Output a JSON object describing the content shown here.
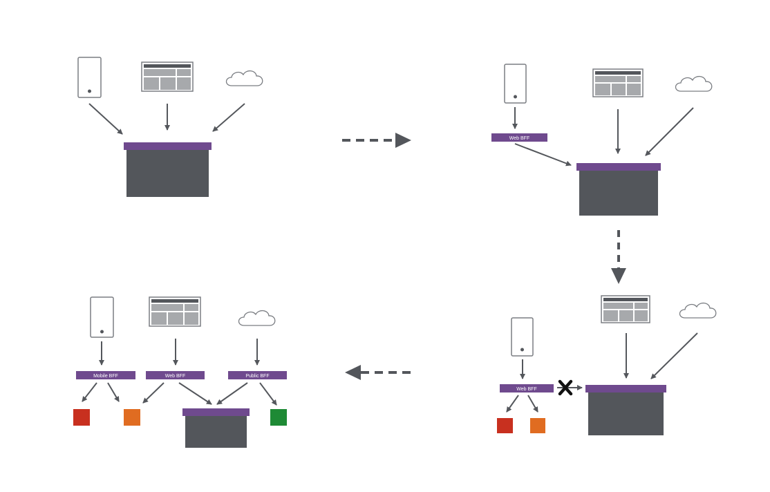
{
  "colors": {
    "purple": "#6f4a8e",
    "server": "#53565b",
    "arrow": "#54575c",
    "red": "#c8301f",
    "orange": "#e06c21",
    "green": "#1e8a35",
    "device_stroke": "#7a7d82",
    "device_fill": "#ffffff",
    "browser_cell": "#a7a9ac"
  },
  "stages": {
    "stage2": {
      "bff_label": "Web BFF"
    },
    "stage3": {
      "bff_label": "Web BFF"
    },
    "stage4": {
      "bff_labels": [
        "Mobile BFF",
        "Web BFF",
        "Public BFF"
      ]
    }
  }
}
